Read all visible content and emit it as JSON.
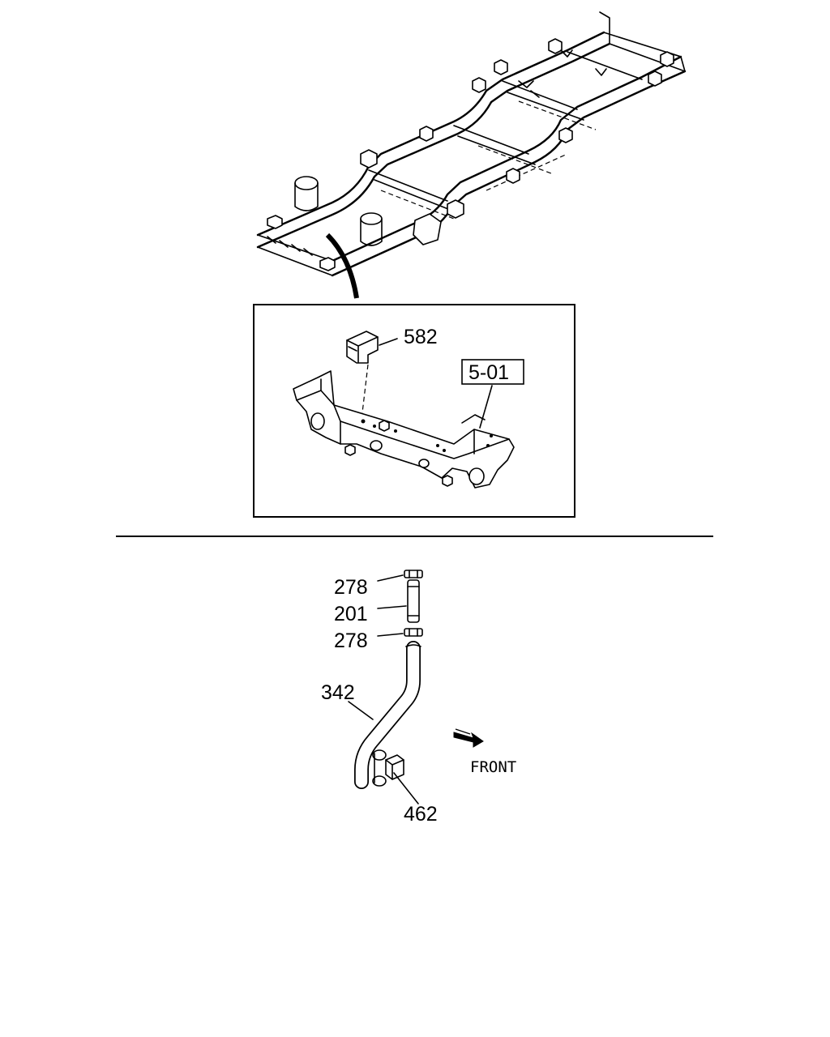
{
  "callouts": {
    "bracket": "582",
    "crossmember_ref": "5-01",
    "washer_top": "278",
    "bolt": "201",
    "washer_bottom": "278",
    "hose": "342",
    "clip": "462"
  },
  "direction_label": "FRONT"
}
